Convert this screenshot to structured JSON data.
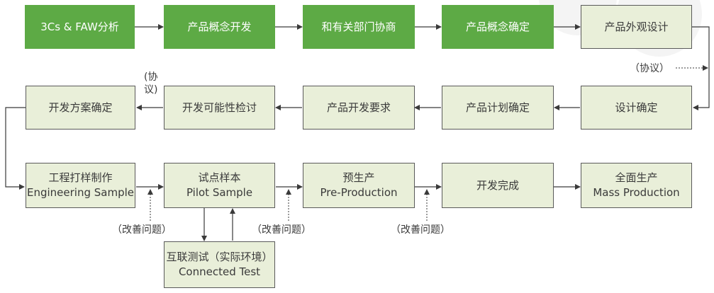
{
  "colors": {
    "accent_green": "#5daa45",
    "box_light": "#e9efd9",
    "line": "#3a3a3a"
  },
  "row1": {
    "step1": "3Cs & FAW分析",
    "step2": "产品概念开发",
    "step3": "和有关部门协商",
    "step4": "产品概念确定",
    "step5": "产品外观设计"
  },
  "row2": {
    "step6": "设计确定",
    "step7": "产品计划确定",
    "step8": "产品开发要求",
    "step9": "开发可能性检讨",
    "step10": "开发方案确定"
  },
  "row3": {
    "step11_cn": "工程打样制作",
    "step11_en": "Engineering Sample",
    "step12_cn": "试点样本",
    "step12_en": "Pilot Sample",
    "step13_cn": "预生产",
    "step13_en": "Pre-Production",
    "step14": "开发完成",
    "step15_cn": "全面生产",
    "step15_en": "Mass Production"
  },
  "row4": {
    "step16_cn": "互联测试（实际环境）",
    "step16_en": "Connected Test"
  },
  "notes": {
    "agreement": "（协议）",
    "agreement_vertical": "(协议)",
    "improve": "（改善问题）"
  }
}
